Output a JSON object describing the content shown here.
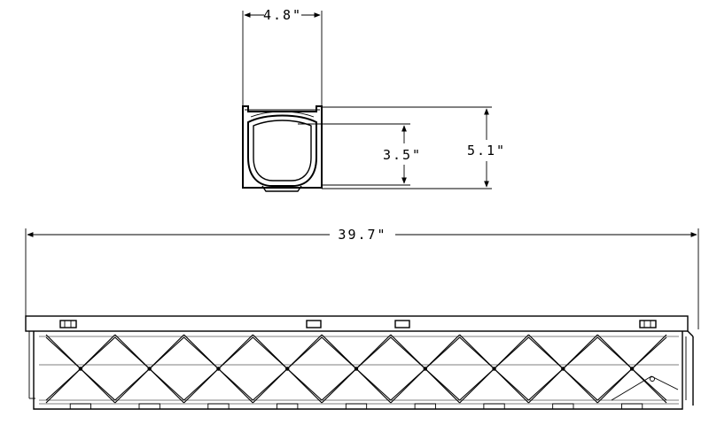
{
  "dimensions": {
    "top_width": "4.8\"",
    "overall_height": "5.1\"",
    "inner_depth": "3.5\"",
    "overall_length": "39.7\""
  }
}
